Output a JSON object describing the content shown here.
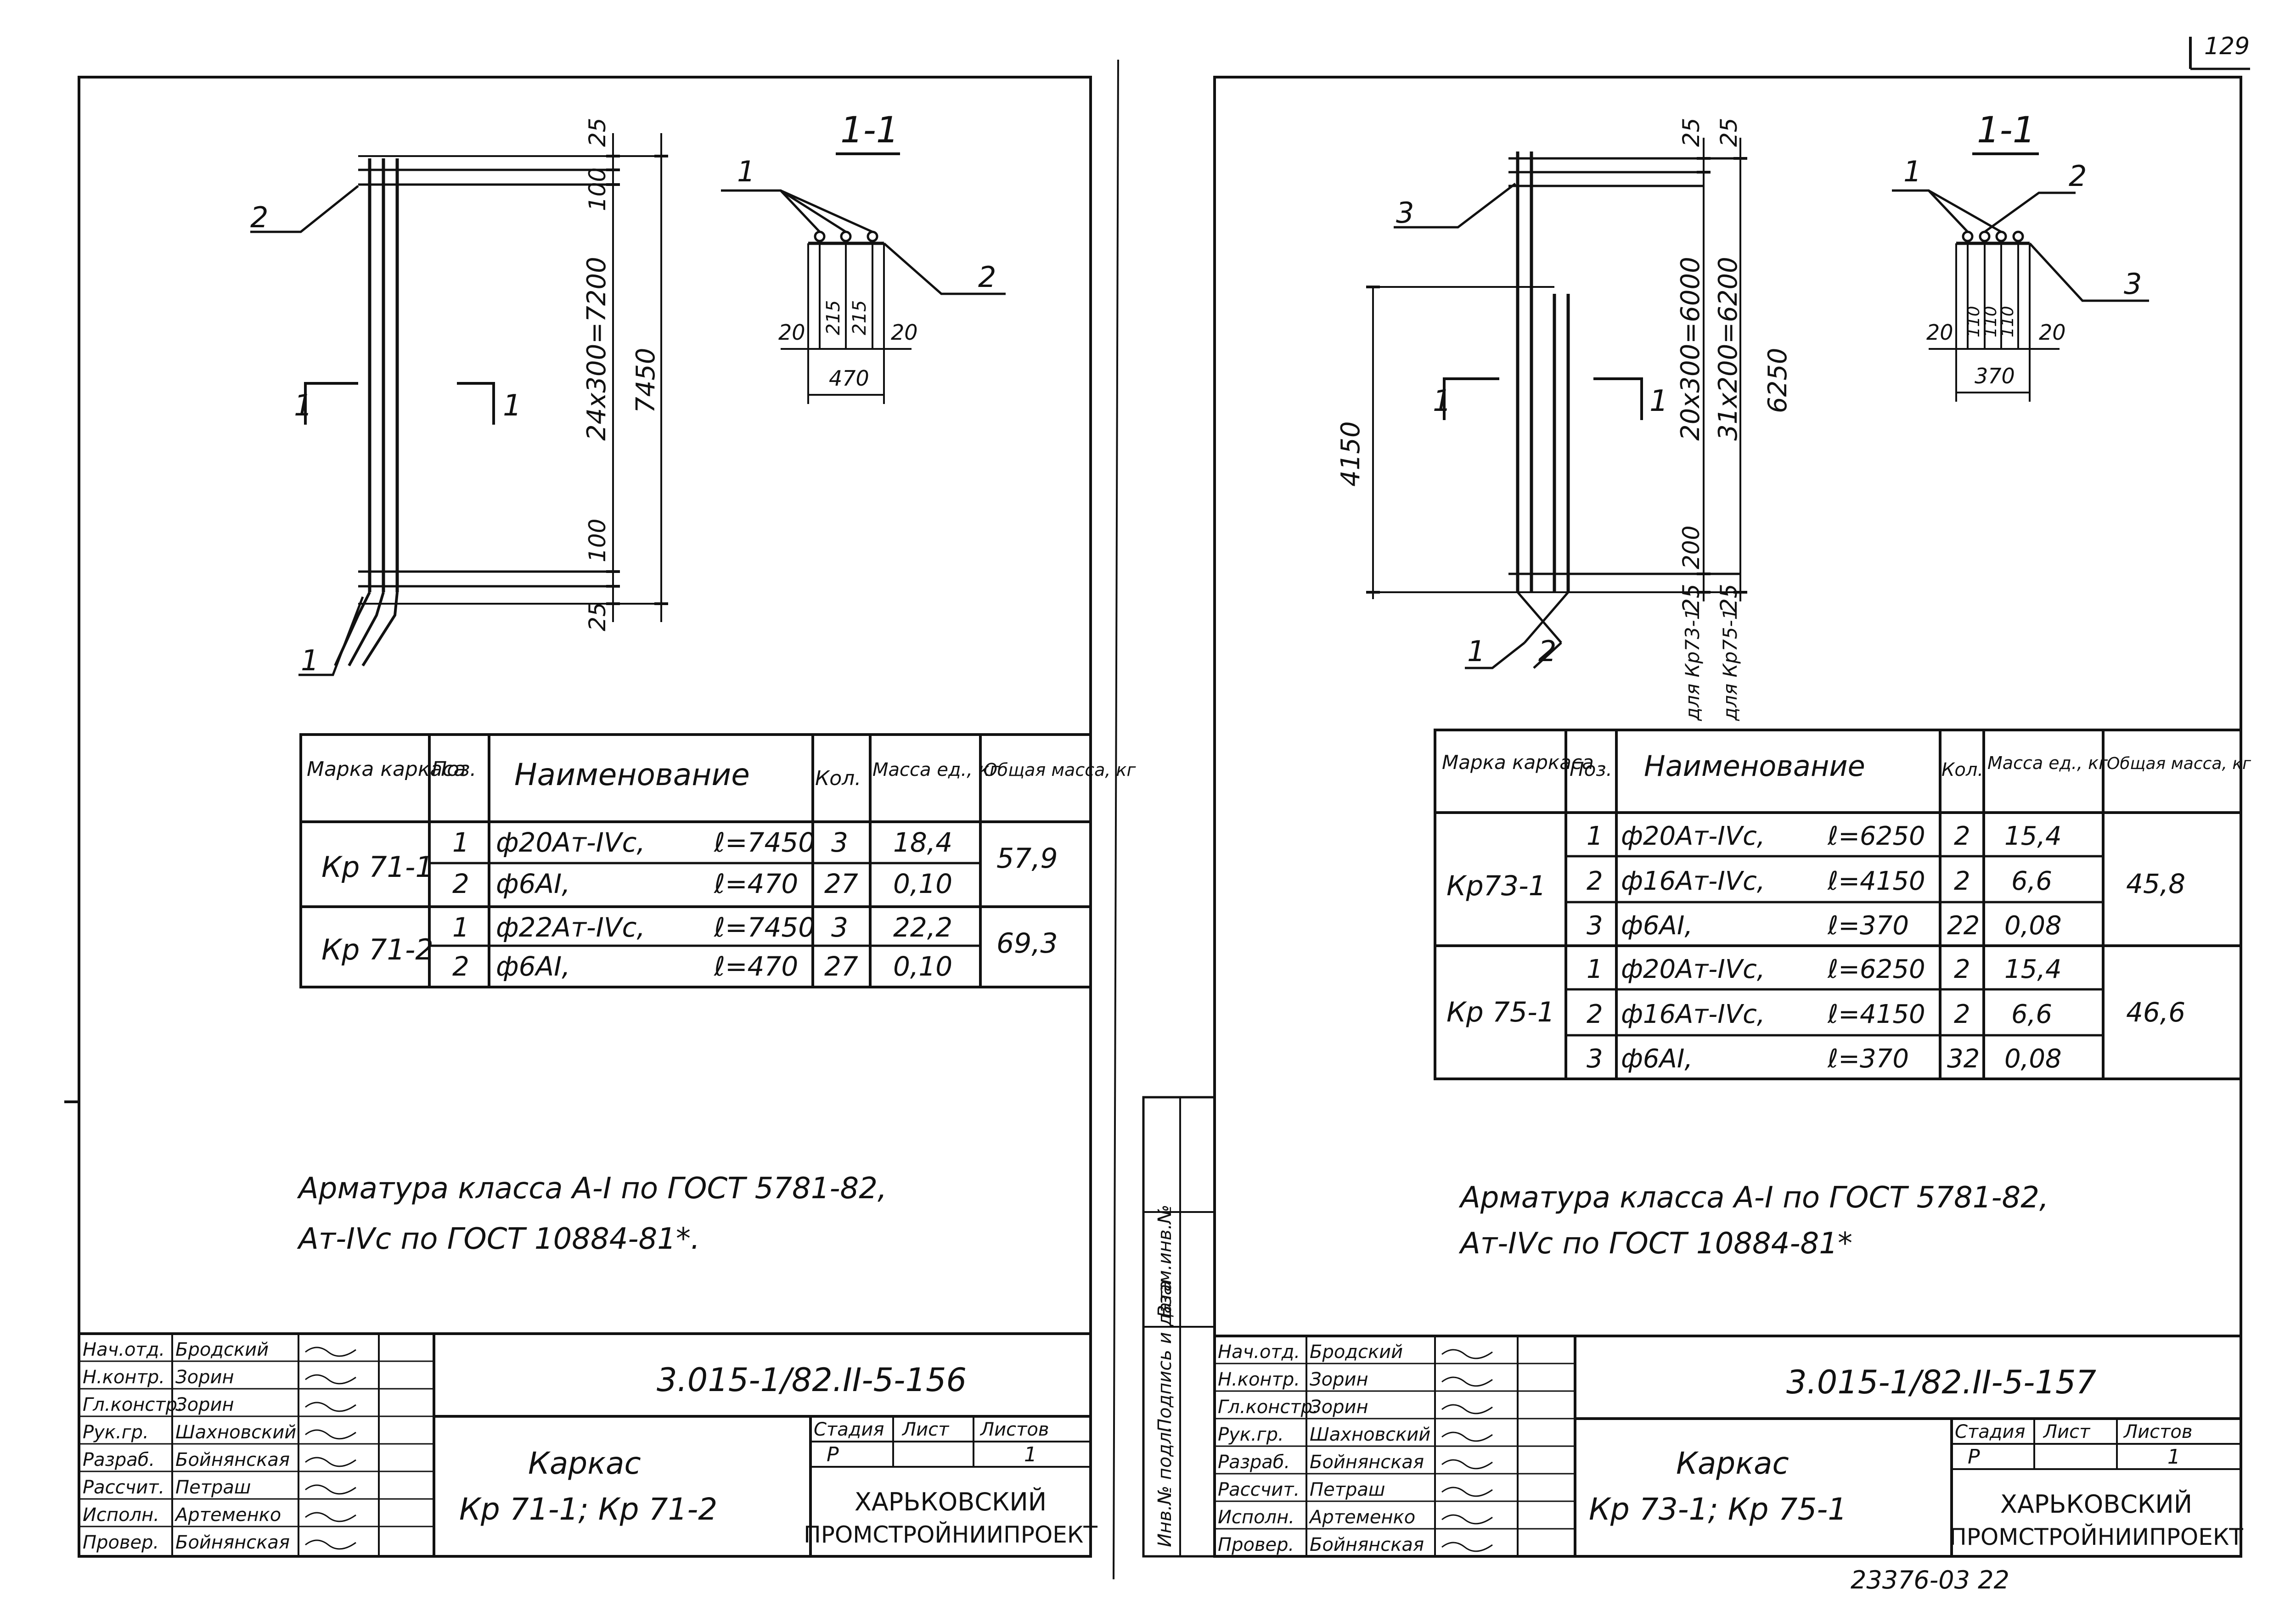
{
  "page_number": "129",
  "archive_number": "23376-03  22",
  "side_stamp": [
    "Инв.№ подл.",
    "Подпись и дата",
    "Взам.инв.№"
  ],
  "common": {
    "section_label": "1-1",
    "cut_marker": "1",
    "table_headers": [
      "Марка каркаса",
      "Поз.",
      "Наименование",
      "Кол.",
      "Масса ед., кг",
      "Общая масса, кг"
    ],
    "title_block_roles": [
      "Нач.отд.",
      "Н.контр.",
      "Гл.констр.",
      "Рук.гр.",
      "Разраб.",
      "Рассчит.",
      "Исполн.",
      "Провер."
    ],
    "stage_headers": [
      "Стадия",
      "Лист",
      "Листов"
    ],
    "stage": "Р",
    "sheet_count": "1",
    "organization": [
      "ХАРЬКОВСКИЙ",
      "ПРОМСТРОЙНИИПРОЕКТ"
    ]
  },
  "sheets": [
    {
      "drawing_number": "3.015-1/82.II-5-156",
      "title": [
        "Каркас",
        "Кр 71-1; Кр 71-2"
      ],
      "names": [
        "Бродский",
        "Зорин",
        "Зорин",
        "Шахновский",
        "Бойнянская",
        "Петраш",
        "Артеменко",
        "Бойнянская"
      ],
      "note": [
        "Арматура класса А-I по ГОСТ 5781-82,",
        "Ат-IVс по ГОСТ 10884-81*."
      ],
      "dimensions": {
        "top_cover": "25",
        "top_step": "100",
        "middle": "24x300=7200",
        "bottom_step": "100",
        "bottom_cover": "25",
        "total": "7450",
        "sect_edge_left": "20",
        "sect_pitch_a": "215",
        "sect_pitch_b": "215",
        "sect_edge_right": "20",
        "sect_width": "470"
      },
      "callouts": [
        "1",
        "2"
      ],
      "rows": [
        {
          "mark": "Кр 71-1",
          "total": "57,9",
          "items": [
            {
              "pos": "1",
              "name": "ф20Ат-IVс,",
              "len": "ℓ=7450",
              "qty": "3",
              "mass": "18,4"
            },
            {
              "pos": "2",
              "name": "ф6АI,",
              "len": "ℓ=470",
              "qty": "27",
              "mass": "0,10"
            }
          ]
        },
        {
          "mark": "Кр 71-2",
          "total": "69,3",
          "items": [
            {
              "pos": "1",
              "name": "ф22Ат-IVс,",
              "len": "ℓ=7450",
              "qty": "3",
              "mass": "22,2"
            },
            {
              "pos": "2",
              "name": "ф6АI,",
              "len": "ℓ=470",
              "qty": "27",
              "mass": "0,10"
            }
          ]
        }
      ]
    },
    {
      "drawing_number": "3.015-1/82.II-5-157",
      "title": [
        "Каркас",
        "Кр 73-1; Кр 75-1"
      ],
      "names": [
        "Бродский",
        "Зорин",
        "Зорин",
        "Шахновский",
        "Бойнянская",
        "Петраш",
        "Артеменко",
        "Бойнянская"
      ],
      "note": [
        "Арматура класса А-I по ГОСТ 5781-82,",
        "Ат-IVс по ГОСТ 10884-81*"
      ],
      "dimensions": {
        "top_cover": "25",
        "top_cover_b": "25",
        "middle_a": "20x300=6000",
        "middle_b": "31x200=6200",
        "total": "6250",
        "short_bar": "4150",
        "bottom_step": "200",
        "bottom_cover": "25",
        "bottom_cover_b": "25",
        "for_a": "для Кр73-1",
        "for_b": "для Кр75-1",
        "sect_edge_left": "20",
        "sect_pitch_a": "110",
        "sect_pitch_b": "110",
        "sect_pitch_c": "110",
        "sect_edge_right": "20",
        "sect_width": "370"
      },
      "callouts": [
        "1",
        "2",
        "3"
      ],
      "rows": [
        {
          "mark": "Кр73-1",
          "total": "45,8",
          "items": [
            {
              "pos": "1",
              "name": "ф20Ат-IVс,",
              "len": "ℓ=6250",
              "qty": "2",
              "mass": "15,4"
            },
            {
              "pos": "2",
              "name": "ф16Ат-IVс,",
              "len": "ℓ=4150",
              "qty": "2",
              "mass": "6,6"
            },
            {
              "pos": "3",
              "name": "ф6АI,",
              "len": "ℓ=370",
              "qty": "22",
              "mass": "0,08"
            }
          ]
        },
        {
          "mark": "Кр 75-1",
          "total": "46,6",
          "items": [
            {
              "pos": "1",
              "name": "ф20Ат-IVс,",
              "len": "ℓ=6250",
              "qty": "2",
              "mass": "15,4"
            },
            {
              "pos": "2",
              "name": "ф16Ат-IVс,",
              "len": "ℓ=4150",
              "qty": "2",
              "mass": "6,6"
            },
            {
              "pos": "3",
              "name": "ф6АI,",
              "len": "ℓ=370",
              "qty": "32",
              "mass": "0,08"
            }
          ]
        }
      ]
    }
  ]
}
